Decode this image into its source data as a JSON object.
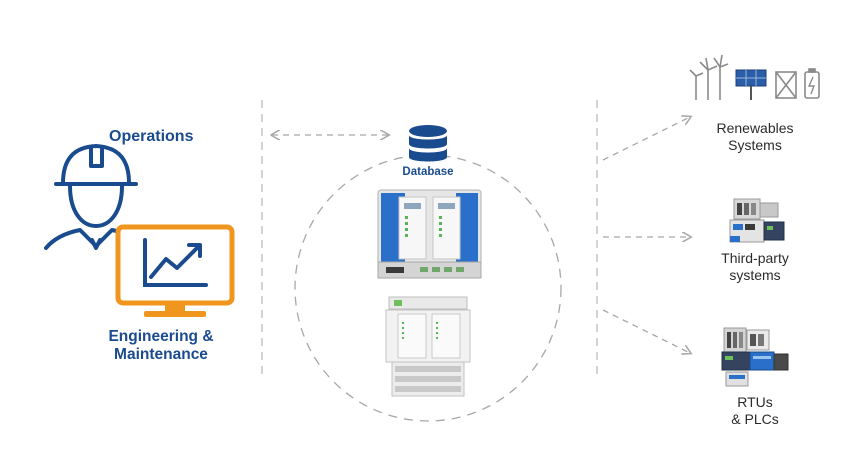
{
  "left": {
    "operations_label": "Operations",
    "engineering_label": "Engineering &",
    "maintenance_label": "Maintenance"
  },
  "center": {
    "database_label": "Database"
  },
  "right": {
    "renewables": [
      "Renewables",
      "Systems"
    ],
    "third_party": [
      "Third-party",
      "systems"
    ],
    "rtus": [
      "RTUs",
      "& PLCs"
    ]
  },
  "colors": {
    "brand_blue": "#1b4b8f",
    "accent_orange": "#f0961e",
    "line_gray": "#b4b4b4",
    "icon_gray": "#8a8a8a",
    "device_blue": "#2a6fc9"
  }
}
